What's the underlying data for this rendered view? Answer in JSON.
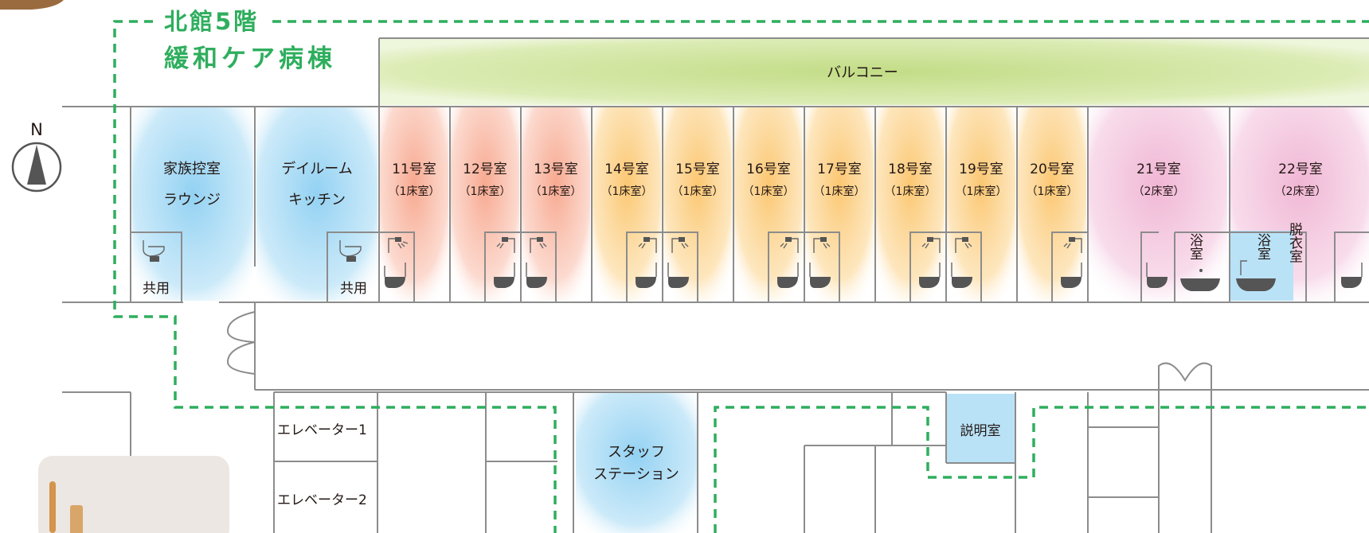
{
  "floor": {
    "name": "北館5階",
    "ward": "緩和ケア病棟"
  },
  "compass": {
    "label": "N"
  },
  "balcony": {
    "label": "バルコニー"
  },
  "rooms": [
    {
      "name": "家族控室",
      "sub": "ラウンジ"
    },
    {
      "name": "デイルーム",
      "sub": "キッチン"
    },
    {
      "name": "11号室",
      "sub": "（1床室）"
    },
    {
      "name": "12号室",
      "sub": "（1床室）"
    },
    {
      "name": "13号室",
      "sub": "（1床室）"
    },
    {
      "name": "14号室",
      "sub": "（1床室）"
    },
    {
      "name": "15号室",
      "sub": "（1床室）"
    },
    {
      "name": "16号室",
      "sub": "（1床室）"
    },
    {
      "name": "17号室",
      "sub": "（1床室）"
    },
    {
      "name": "18号室",
      "sub": "（1床室）"
    },
    {
      "name": "19号室",
      "sub": "（1床室）"
    },
    {
      "name": "20号室",
      "sub": "（1床室）"
    },
    {
      "name": "21号室",
      "sub": "（2床室）"
    },
    {
      "name": "22号室",
      "sub": "（2床室）"
    }
  ],
  "shared_toilet": {
    "label": "共用"
  },
  "bath": {
    "bath1": "浴室",
    "bath2": "浴室",
    "dressing": "脱衣室"
  },
  "elevators": [
    "エレベーター1",
    "エレベーター2"
  ],
  "staff_station": {
    "line1": "スタッフ",
    "line2": "ステーション"
  },
  "consult_room": {
    "label": "説明室"
  },
  "colors": {
    "route": "#2fae5e",
    "red": "#f7b9a6",
    "orange": "#fbd28f",
    "pink": "#f3c3dc",
    "blue": "#a8d9f3",
    "balcony": "#d3e6a4",
    "wall": "#8c8c8c"
  }
}
